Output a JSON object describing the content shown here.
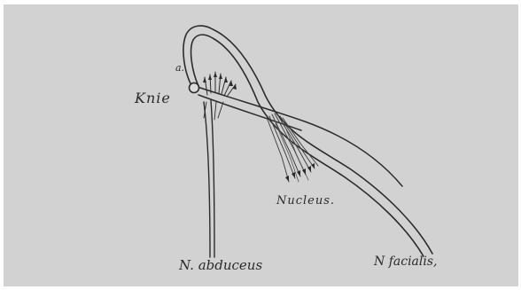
{
  "figure": {
    "labels": {
      "knie": "Knie",
      "a": "a.",
      "nucleus": "Nucleus.",
      "abducens": "N. abduceus",
      "facialis": "N facialis,"
    }
  }
}
